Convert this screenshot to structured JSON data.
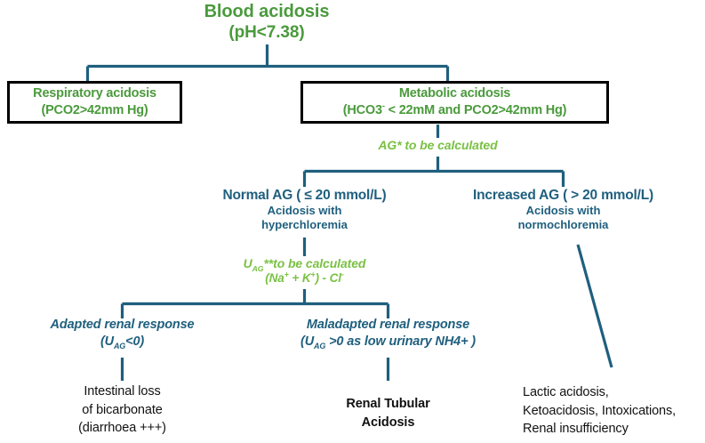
{
  "meta": {
    "title": "Blood acidosis diagnostic algorithm",
    "colors": {
      "dark_green": "#4a9a3c",
      "light_green": "#7ac143",
      "teal": "#1f5f7e",
      "black": "#111111",
      "box_border": "#000000",
      "background": "#ffffff"
    }
  },
  "root": {
    "line1": "Blood acidosis",
    "line2": "(pH<7.38)"
  },
  "boxes": {
    "respiratory": {
      "line1": "Respiratory acidosis",
      "line2": "(PCO2>42mm Hg)"
    },
    "metabolic": {
      "line1": "Metabolic acidosis",
      "line2_prefix": "(HCO3",
      "line2_sup": "-",
      "line2_suffix": " < 22mM and PCO2>42mm Hg)"
    }
  },
  "annotations": {
    "ag": "AG* to be calculated",
    "uag_line1_prefix": "U",
    "uag_line1_sub": "AG",
    "uag_line1_suffix": "**to be calculated",
    "uag_line2_a": "(Na",
    "uag_line2_sup1": "+",
    "uag_line2_b": " + K",
    "uag_line2_sup2": "+",
    "uag_line2_c": ") - Cl",
    "uag_line2_sup3": "-"
  },
  "branches": {
    "normal_ag": {
      "header": "Normal AG ( ≤ 20 mmol/L)",
      "sub_line1": "Acidosis with",
      "sub_line2": "hyperchloremia"
    },
    "increased_ag": {
      "header": "Increased AG ( > 20 mmol/L)",
      "sub_line1": "Acidosis with",
      "sub_line2": "normochloremia"
    },
    "adapted": {
      "line1": "Adapted renal response",
      "line2_a": "(U",
      "line2_sub": "AG",
      "line2_b": "<0)"
    },
    "maladapted": {
      "line1": "Maladapted renal response",
      "line2_a": "(U",
      "line2_sub": "AG",
      "line2_b": " >0 as low urinary NH4+ )"
    }
  },
  "leaves": {
    "intestinal_loss": {
      "line1": "Intestinal loss",
      "line2": "of bicarbonate",
      "line3": "(diarrhoea +++)"
    },
    "renal_tubular": {
      "line1": "Renal Tubular",
      "line2": "Acidosis"
    },
    "high_ag_causes": {
      "line1": "Lactic acidosis,",
      "line2": "Ketoacidosis, Intoxications,",
      "line3": "Renal insufficiency"
    }
  }
}
